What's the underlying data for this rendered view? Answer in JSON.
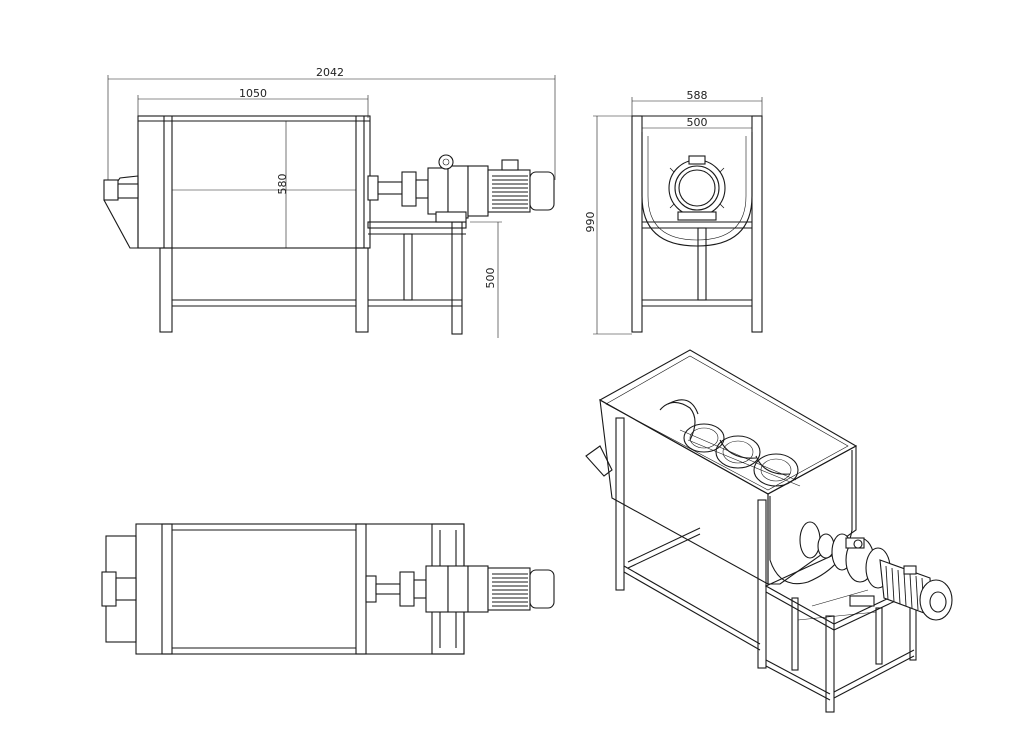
{
  "dimensions": {
    "overall_length": "2042",
    "tank_length": "1050",
    "tank_height": "580",
    "leg_height": "500",
    "end_width": "588",
    "end_inner_width": "500",
    "overall_height": "990"
  },
  "views": [
    "front-view",
    "side-view",
    "top-view",
    "isometric-view"
  ],
  "colors": {
    "line": "#1a1a1a",
    "background": "#ffffff"
  }
}
